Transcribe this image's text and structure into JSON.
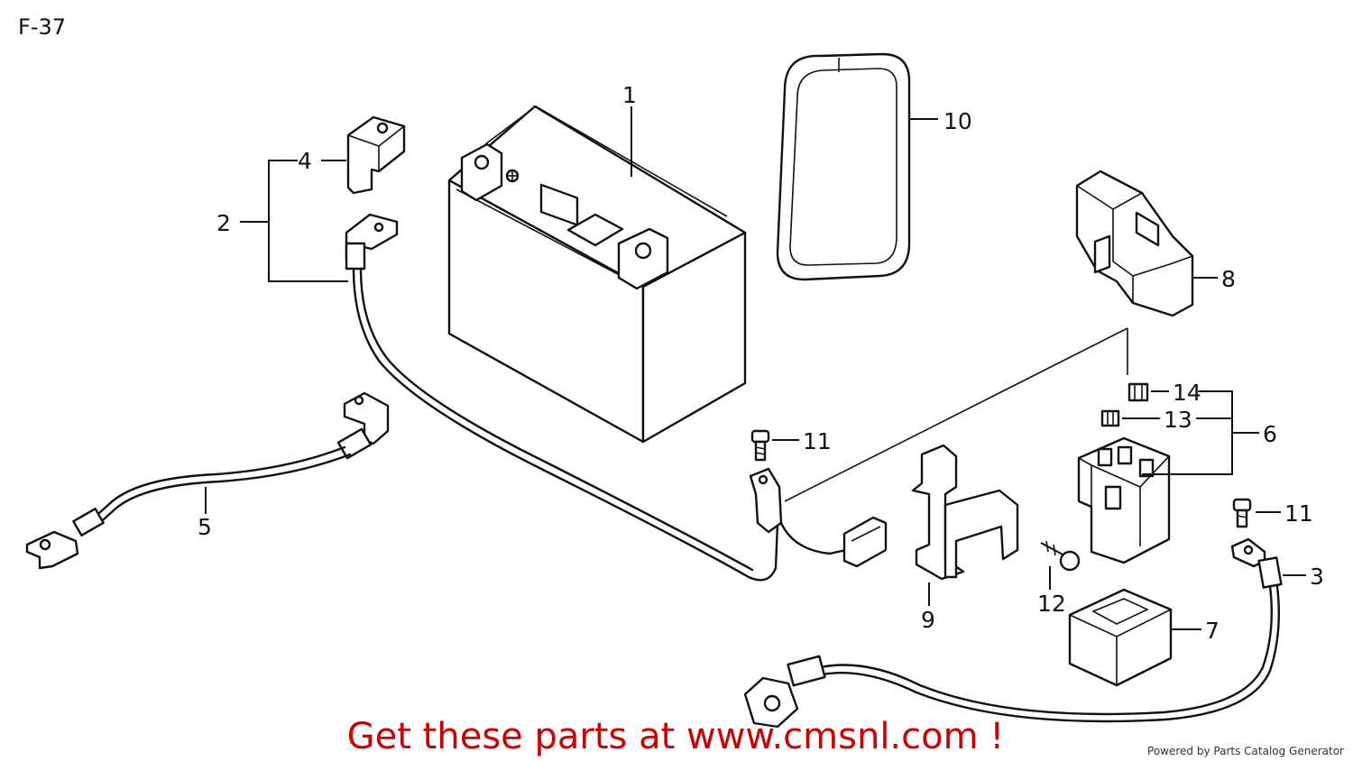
{
  "page_code": "F-37",
  "cta_text": "Get these parts at www.cmsnl.com !",
  "credit_text": "Powered by Parts Catalog Generator",
  "colors": {
    "cta": "#cc0000",
    "ink": "#111111",
    "background": "#ffffff"
  },
  "parts": [
    {
      "id": "battery",
      "callout": "1"
    },
    {
      "id": "positive-cable-assembly",
      "callout": "2"
    },
    {
      "id": "ground-cable-right",
      "callout": "3"
    },
    {
      "id": "terminal-cover",
      "callout": "4"
    },
    {
      "id": "ground-cable-left",
      "callout": "5"
    },
    {
      "id": "starter-relay",
      "callout": "6"
    },
    {
      "id": "relay-cover",
      "callout": "7"
    },
    {
      "id": "fuse-box-cover",
      "callout": "8"
    },
    {
      "id": "relay-bracket",
      "callout": "9"
    },
    {
      "id": "battery-band",
      "callout": "10"
    },
    {
      "id": "bolt-left",
      "callout": "11"
    },
    {
      "id": "bolt-right",
      "callout": "11"
    },
    {
      "id": "tapping-screw",
      "callout": "12"
    },
    {
      "id": "fuse-small",
      "callout": "13"
    },
    {
      "id": "fuse-large",
      "callout": "14"
    }
  ]
}
